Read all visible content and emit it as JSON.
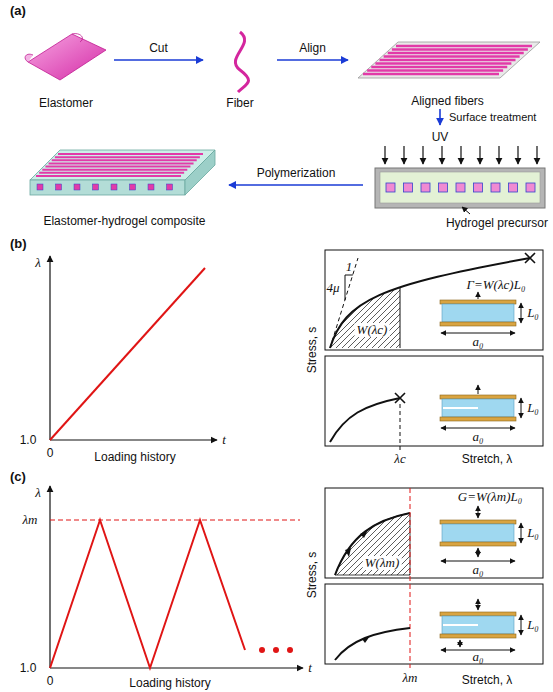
{
  "diagram": {
    "nodes": [
      {
        "text": [
          "Elastomer"
        ]
      },
      {
        "text": [
          "Fiber"
        ]
      },
      {
        "text": [
          "Aligned fibers"
        ]
      },
      {
        "text": [
          "Hydrogel precursor"
        ]
      },
      {
        "text": [
          "Elastomer-hydrogel composite"
        ]
      }
    ],
    "edges": [
      {
        "from": 0,
        "to": 1,
        "label": "Cut",
        "arrow": "to"
      },
      {
        "from": 1,
        "to": 2,
        "label": "Align",
        "arrow": "to"
      },
      {
        "from": 2,
        "to": 3,
        "label": "Surface treatment",
        "arrow": "to"
      },
      {
        "from": 3,
        "to": 4,
        "label": "Polymerization",
        "arrow": "to"
      }
    ],
    "labels": [
      "(a)",
      "UV",
      "(b)",
      "λ",
      "1.0",
      "0",
      "t",
      "Loading history",
      "Stress, s",
      "4μ",
      "1",
      "W(λc)",
      "Γ=W(λc)L₀",
      "L₀",
      "a₀",
      "L₀",
      "a₀",
      "λc",
      "Stretch, λ",
      "(c)",
      "λ",
      "λm",
      "1.0",
      "0",
      "t",
      "Loading history",
      "Stress, s",
      "G=W(λm)L₀",
      "W(λm)",
      "L₀",
      "a₀",
      "L₀",
      "a₀",
      "λm",
      "Stretch, λ"
    ]
  }
}
